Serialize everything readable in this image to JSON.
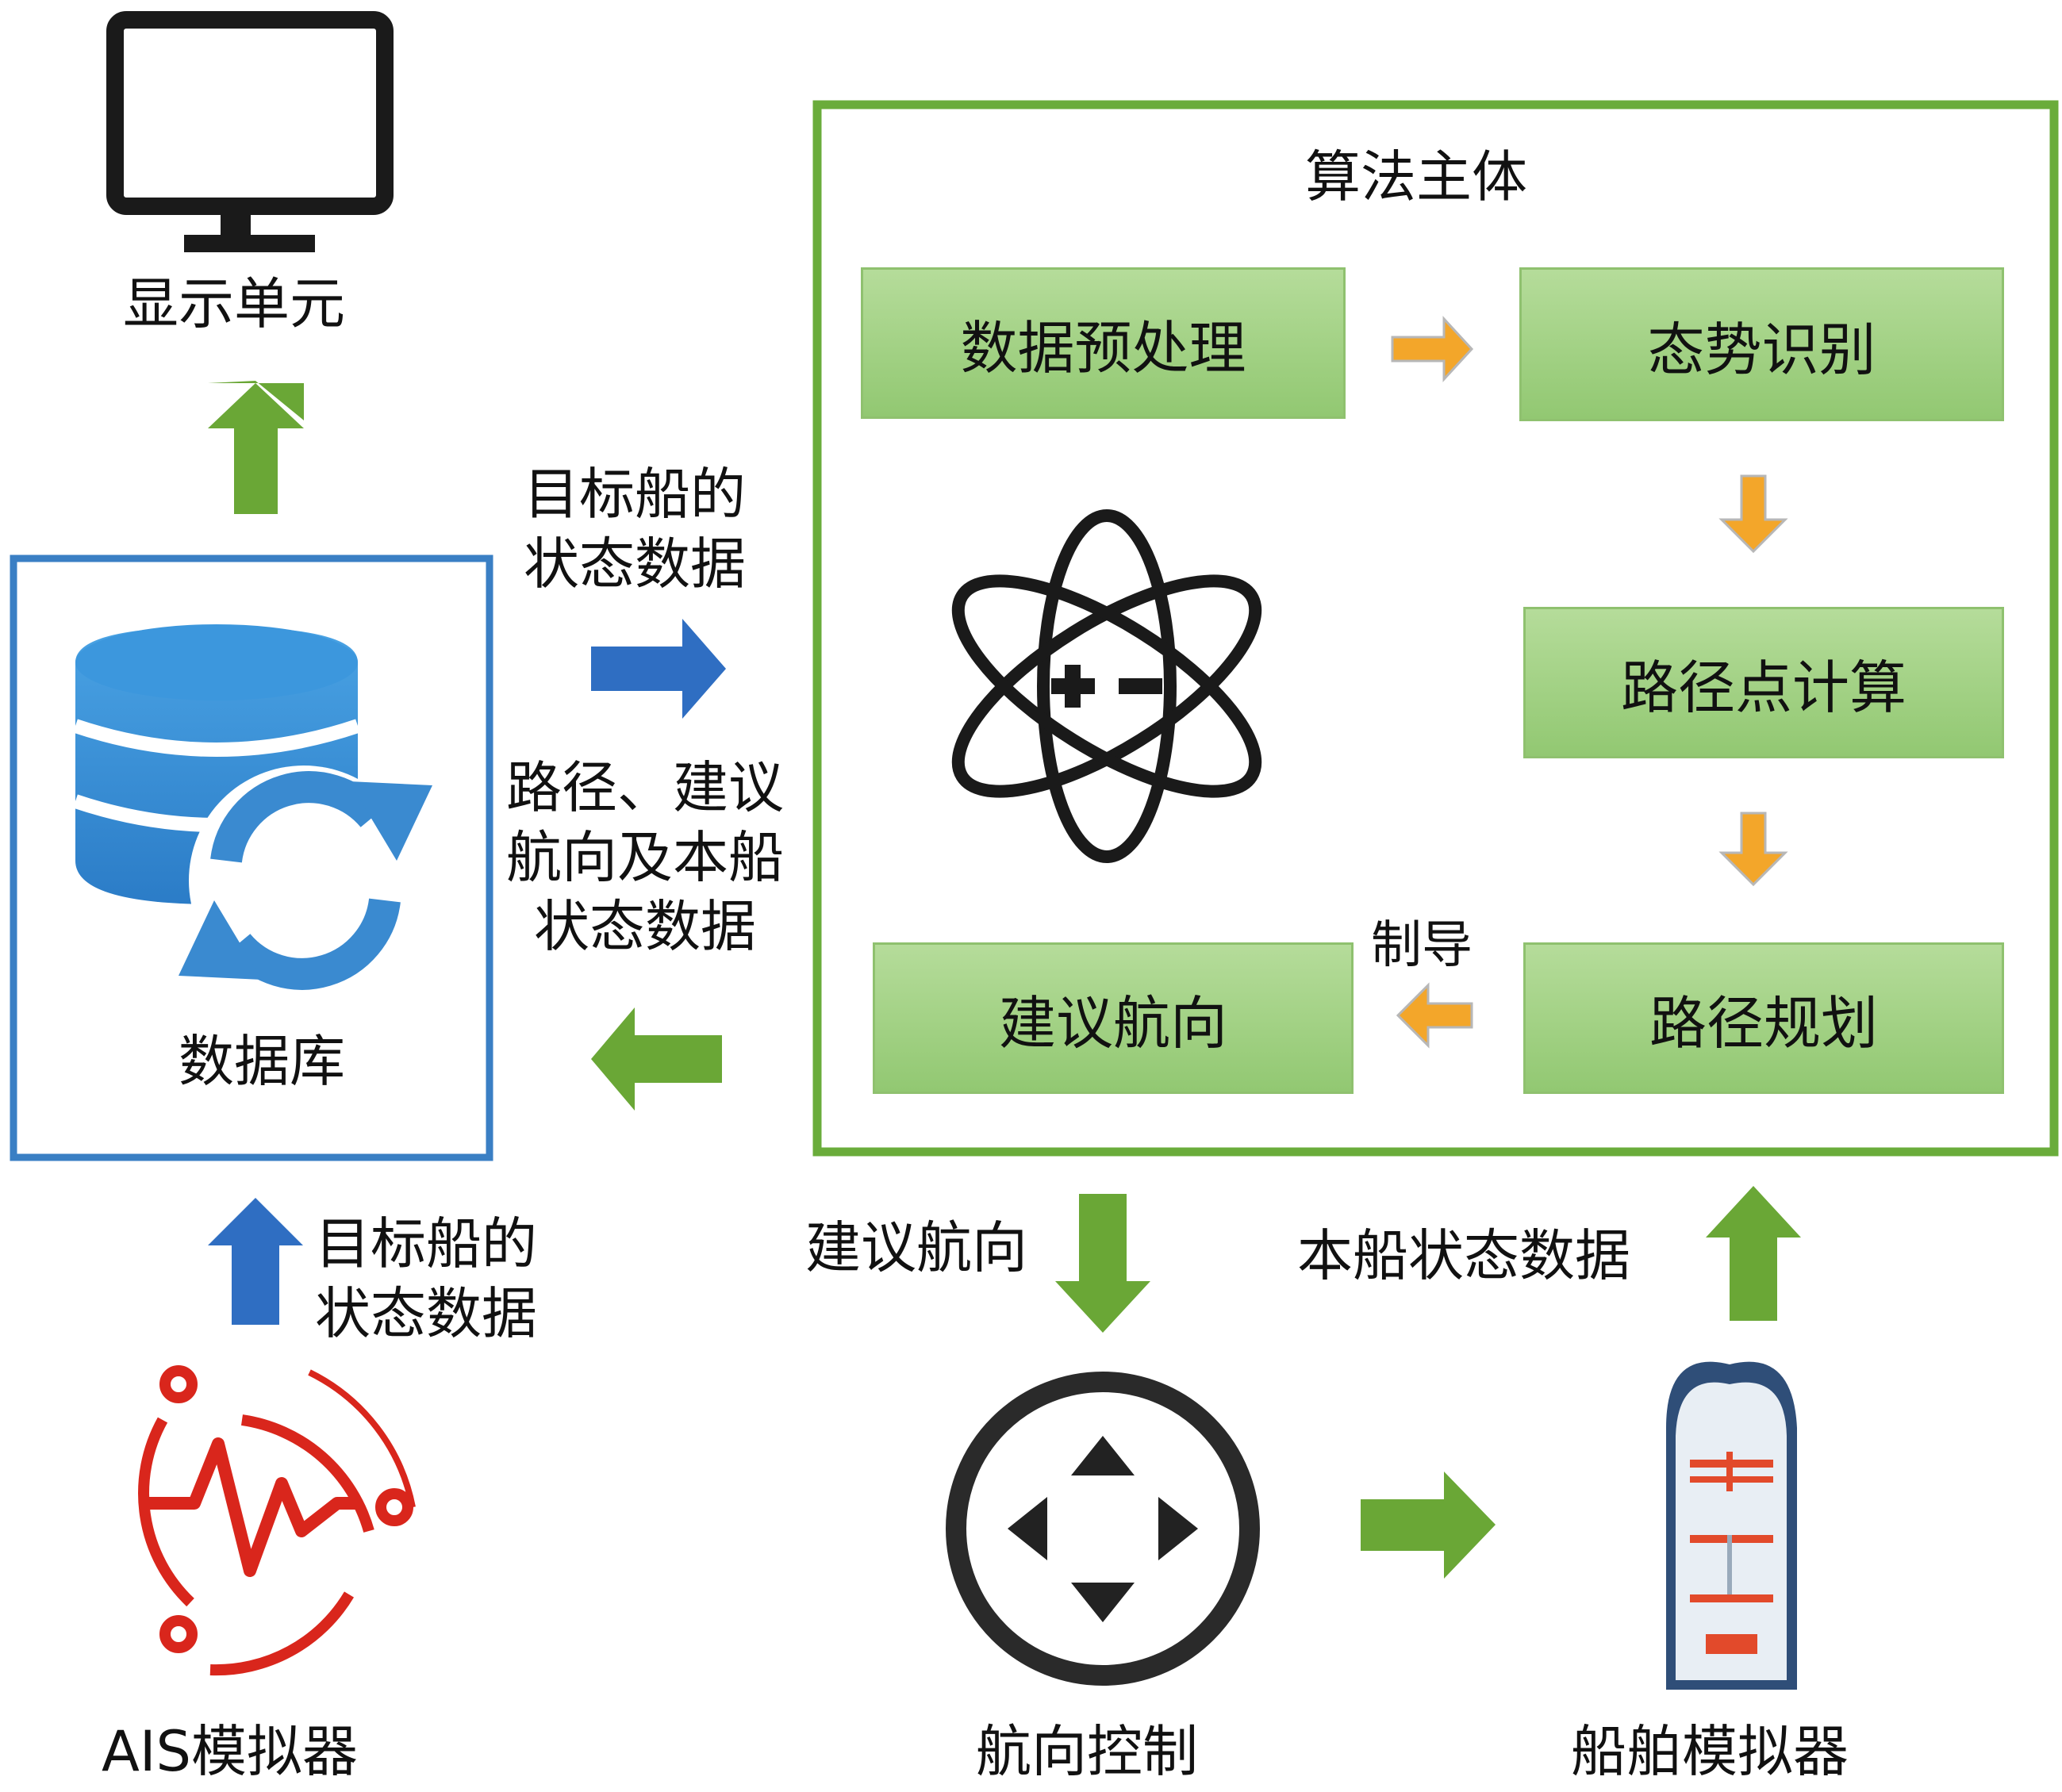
{
  "labels": {
    "display_unit": "显示单元",
    "database": "数据库",
    "ais_simulator": "AIS模拟器",
    "heading_control": "航向控制",
    "ship_simulator": "船舶模拟器",
    "algorithm_main": "算法主体"
  },
  "flows": {
    "target_state_top": [
      "目标船的",
      "状态数据"
    ],
    "return_data": [
      "路径、建议",
      "航向及本船",
      "状态数据"
    ],
    "target_state_bottom": [
      "目标船的",
      "状态数据"
    ],
    "suggested_heading": "建议航向",
    "own_ship_state": "本船状态数据",
    "guidance": "制导"
  },
  "steps": {
    "preprocess": "数据预处理",
    "situation": "态势识别",
    "waypoint": "路径点计算",
    "planning": "路径规划",
    "suggest": "建议航向"
  },
  "colors": {
    "green_arrow": "#6aa736",
    "blue_arrow": "#2f6ec2",
    "orange_arrow": "#f3a62a",
    "box_green": "#a5d48a",
    "frame_green": "#6aac3b",
    "db_blue": "#3a8ad0",
    "db_border": "#3a7fc4",
    "ais_red": "#d9261c",
    "ship_red": "#e24a2b"
  },
  "icons": [
    "monitor-icon",
    "database-sync-icon",
    "atom-icon",
    "ais-signal-icon",
    "direction-pad-icon",
    "ship-icon"
  ]
}
